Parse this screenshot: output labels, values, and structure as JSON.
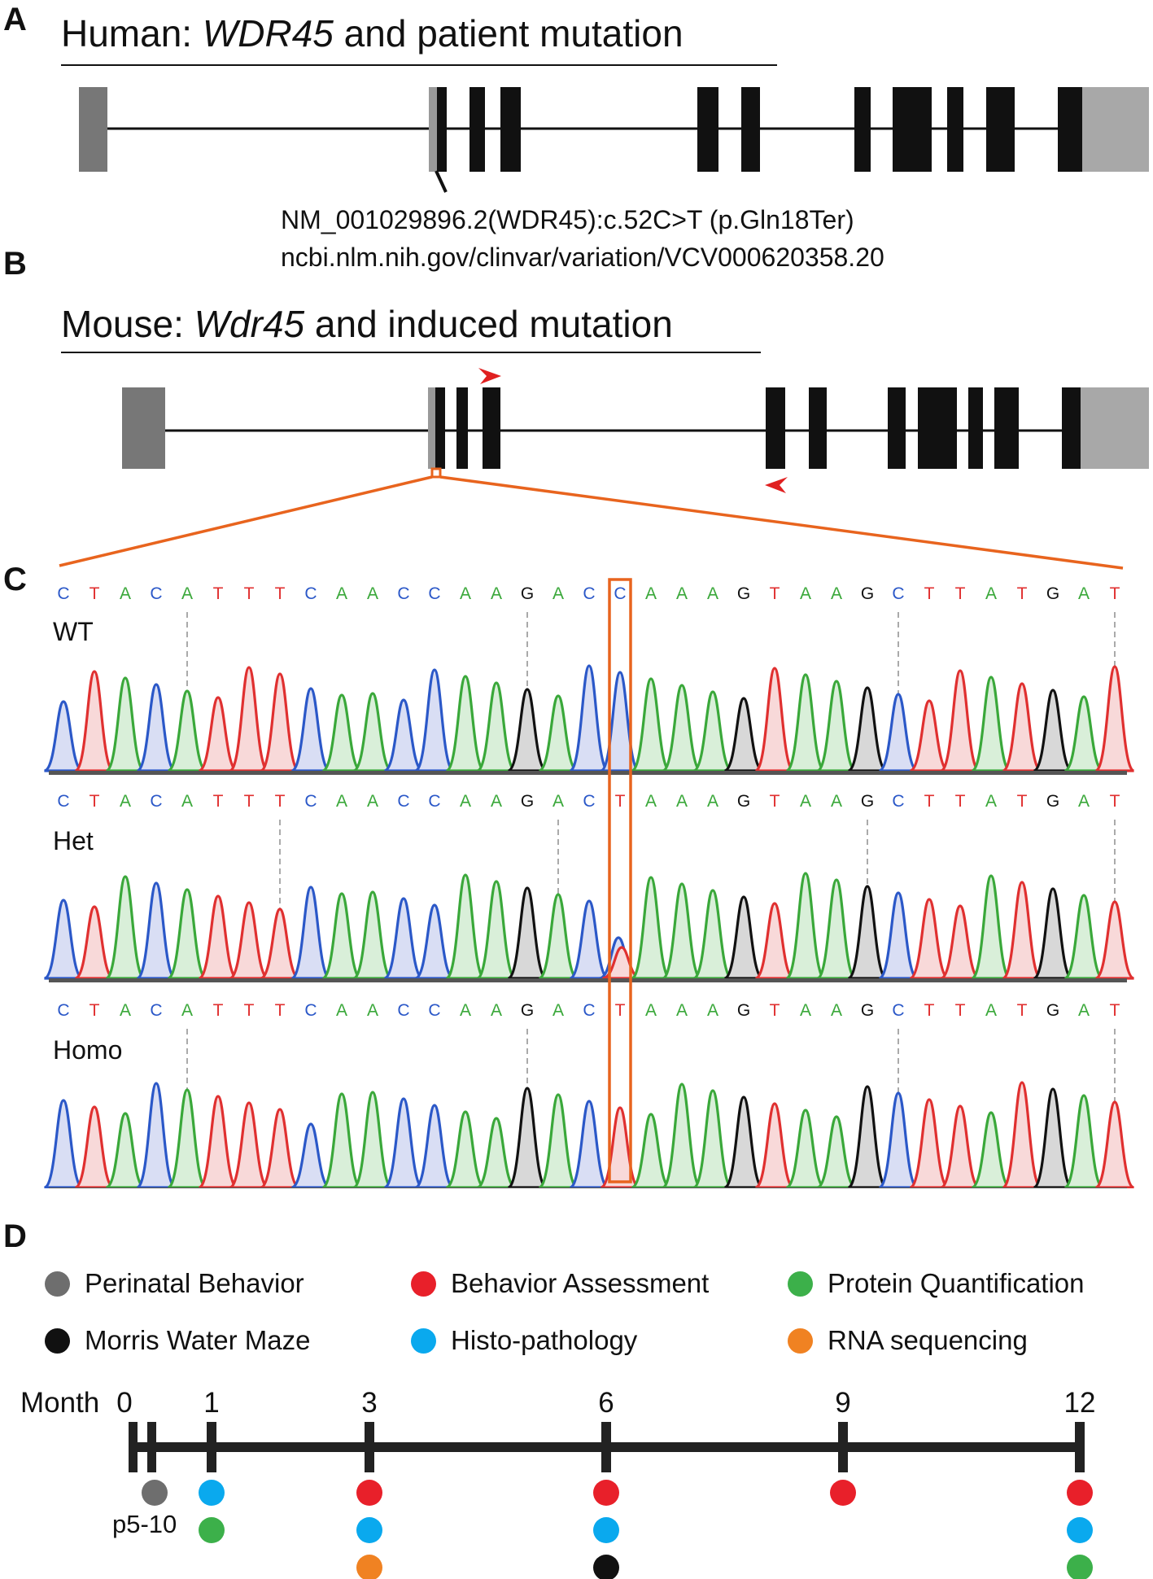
{
  "panel_a": {
    "letter": "A",
    "title_prefix": "Human: ",
    "title_gene": "WDR45",
    "title_suffix": " and patient mutation",
    "mutation_line1": "NM_001029896.2(WDR45):c.52C>T (p.Gln18Ter)",
    "mutation_line2": "ncbi.nlm.nih.gov/clinvar/variation/VCV000620358.20"
  },
  "panel_b": {
    "letter": "B",
    "title_prefix": "Mouse: ",
    "title_gene": "Wdr45",
    "title_suffix": " and induced mutation"
  },
  "panel_c": {
    "letter": "C",
    "sequence": "CTACATTTCAACCAAGACCAAAGTAAGCTTATGAT",
    "tracks": [
      {
        "label": "WT",
        "sequence": "CTACATTTCAACCAAGACCAAAGTAAGCTTATGAT"
      },
      {
        "label": "Het",
        "sequence": "CTACATTTCAACCAAGACTAAAGTAAGCTTATGAT"
      },
      {
        "label": "Homo",
        "sequence": "CTACATTTCAACCAAGACTAAAGTAAGCTTATGAT"
      }
    ],
    "base_colors": {
      "A": "#3aa83a",
      "C": "#2b58c8",
      "G": "#111111",
      "T": "#e03030"
    }
  },
  "panel_d": {
    "letter": "D",
    "legend": [
      {
        "label": "Perinatal Behavior",
        "color": "#6e6e6e"
      },
      {
        "label": "Behavior Assessment",
        "color": "#e8202a"
      },
      {
        "label": "Protein Quantification",
        "color": "#3cb04a"
      },
      {
        "label": "Morris Water Maze",
        "color": "#111111"
      },
      {
        "label": "Histo-pathology",
        "color": "#0aa9ee"
      },
      {
        "label": "RNA sequencing",
        "color": "#f08222"
      }
    ],
    "axis_label": "Month",
    "start_label": "0",
    "early_label": "p5-10",
    "timepoints": [
      {
        "month": 0,
        "label": "0",
        "assays": [
          "#6e6e6e"
        ]
      },
      {
        "month": 1,
        "label": "1",
        "assays": [
          "#0aa9ee",
          "#3cb04a"
        ]
      },
      {
        "month": 3,
        "label": "3",
        "assays": [
          "#e8202a",
          "#0aa9ee",
          "#f08222"
        ]
      },
      {
        "month": 6,
        "label": "6",
        "assays": [
          "#e8202a",
          "#0aa9ee",
          "#111111"
        ]
      },
      {
        "month": 9,
        "label": "9",
        "assays": [
          "#e8202a"
        ]
      },
      {
        "month": 12,
        "label": "12",
        "assays": [
          "#e8202a",
          "#0aa9ee",
          "#3cb04a"
        ]
      }
    ]
  }
}
